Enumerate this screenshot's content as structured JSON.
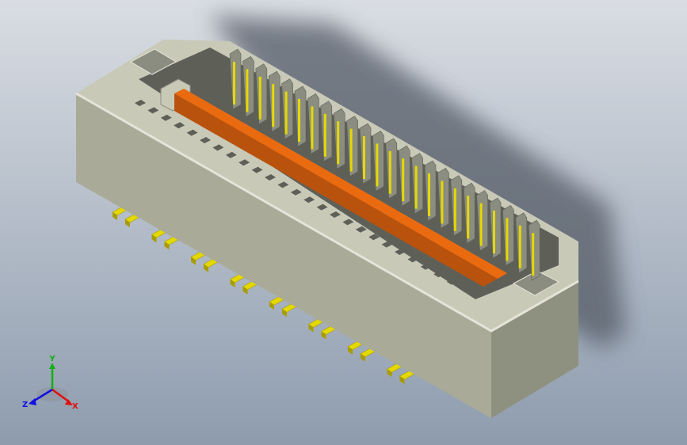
{
  "viewport": {
    "background_top": "#d9dde3",
    "background_bottom": "#8e9cae"
  },
  "model": {
    "housing_front": "#a9ab98",
    "housing_top": "#c8c9b7",
    "housing_right": "#8f9180",
    "housing_edge": "#e4e4d8",
    "slot_fill": "#8b8d80",
    "cavity_dark": "#5e6058",
    "contact_color": "#e4d800",
    "contact_dark": "#a89c00",
    "center_bar": "#ea6a10",
    "center_bar_dark": "#b9520c",
    "shadow": "#555b66"
  },
  "triad": {
    "x_label": "X",
    "y_label": "Y",
    "z_label": "Z",
    "x_color": "#e01010",
    "y_color": "#10b010",
    "z_color": "#1010e0"
  }
}
